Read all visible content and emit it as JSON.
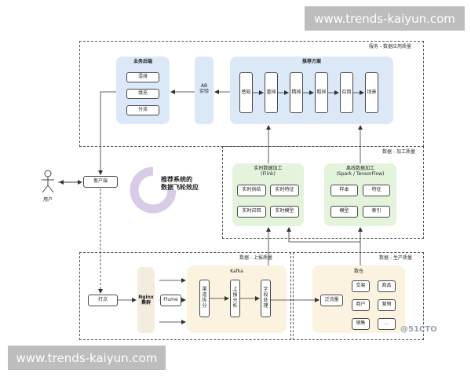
{
  "watermark": {
    "top": "www.trends-kaiyun.com",
    "bottom": "www.trends-kaiyun.com"
  },
  "corner_mark": "@51CTO",
  "regions": {
    "service": "服务 - 数据应用质量",
    "processing": "数据 - 加工质量",
    "reporting": "数据 - 上报质量",
    "production": "数据 - 生产质量"
  },
  "business": {
    "title": "业务后端",
    "items": [
      "混排",
      "填充",
      "分流"
    ]
  },
  "ab": {
    "label": "AB\n实验"
  },
  "recommend": {
    "title": "推荐方案",
    "items": [
      "感知",
      "重排",
      "精排",
      "粗排",
      "召回",
      "场景"
    ]
  },
  "realtime": {
    "title": "实时数据加工\n(Flink)",
    "items": [
      "实时供给",
      "实时特征",
      "实时召回",
      "实时模型"
    ]
  },
  "offline": {
    "title": "离线数据加工\n(Spark / TensorFlow)",
    "items": [
      "样本",
      "特征",
      "模型",
      "索引"
    ]
  },
  "client": {
    "label": "客户端"
  },
  "user": {
    "label": "用户"
  },
  "flywheel": {
    "text": "推荐系统的\n数据飞轮效应"
  },
  "tracking": {
    "label": "打点"
  },
  "nginx": {
    "label": "Nginx\n集群"
  },
  "flume": {
    "label": "Flume"
  },
  "kafka": {
    "title": "Kafka",
    "items": [
      "渠道拆分",
      "上报分析",
      "字段处理"
    ]
  },
  "warehouse": {
    "title": "数仓",
    "entry": "泛流量",
    "items": [
      "交易",
      "商品",
      "商户",
      "营销",
      "销售",
      "..."
    ]
  }
}
